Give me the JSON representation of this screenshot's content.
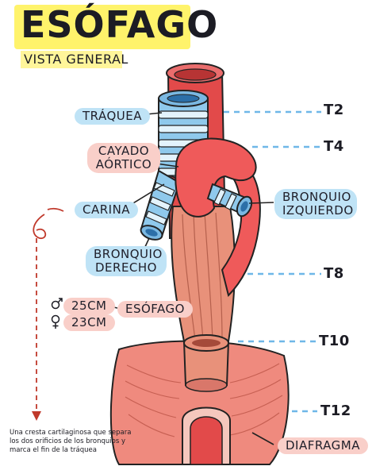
{
  "header": {
    "title": "ESÓFAGO",
    "subtitle": "VISTA GENERAL"
  },
  "labels": {
    "traquea": "TRÁQUEA",
    "cayado_line1": "CAYADO",
    "cayado_line2": "AÓRTICO",
    "carina": "CARINA",
    "bronquio_der_line1": "BRONQUIO",
    "bronquio_der_line2": "DERECHO",
    "bronquio_izq_line1": "BRONQUIO",
    "bronquio_izq_line2": "IZQUIERDO",
    "esofago": "ESÓFAGO",
    "diafragma": "DIAFRAGMA"
  },
  "lengths": {
    "male": "25CM",
    "female": "23CM"
  },
  "vertebral_levels": [
    "T2",
    "T4",
    "T8",
    "T10",
    "T12"
  ],
  "note": "Una cresta cartilaginosa que separa los dos orificios de los bronquios y marca el fin de la tráquea",
  "colors": {
    "title_highlight": "#fff36b",
    "blue_pill": "#bfe3f6",
    "pink_pill": "#f9cfc9",
    "aorta": "#ef5a5a",
    "esophagus": "#e8917a",
    "trachea": "#8fc9ec",
    "dashed_line": "#6fb7e8",
    "note_arrow": "#c0392b"
  }
}
